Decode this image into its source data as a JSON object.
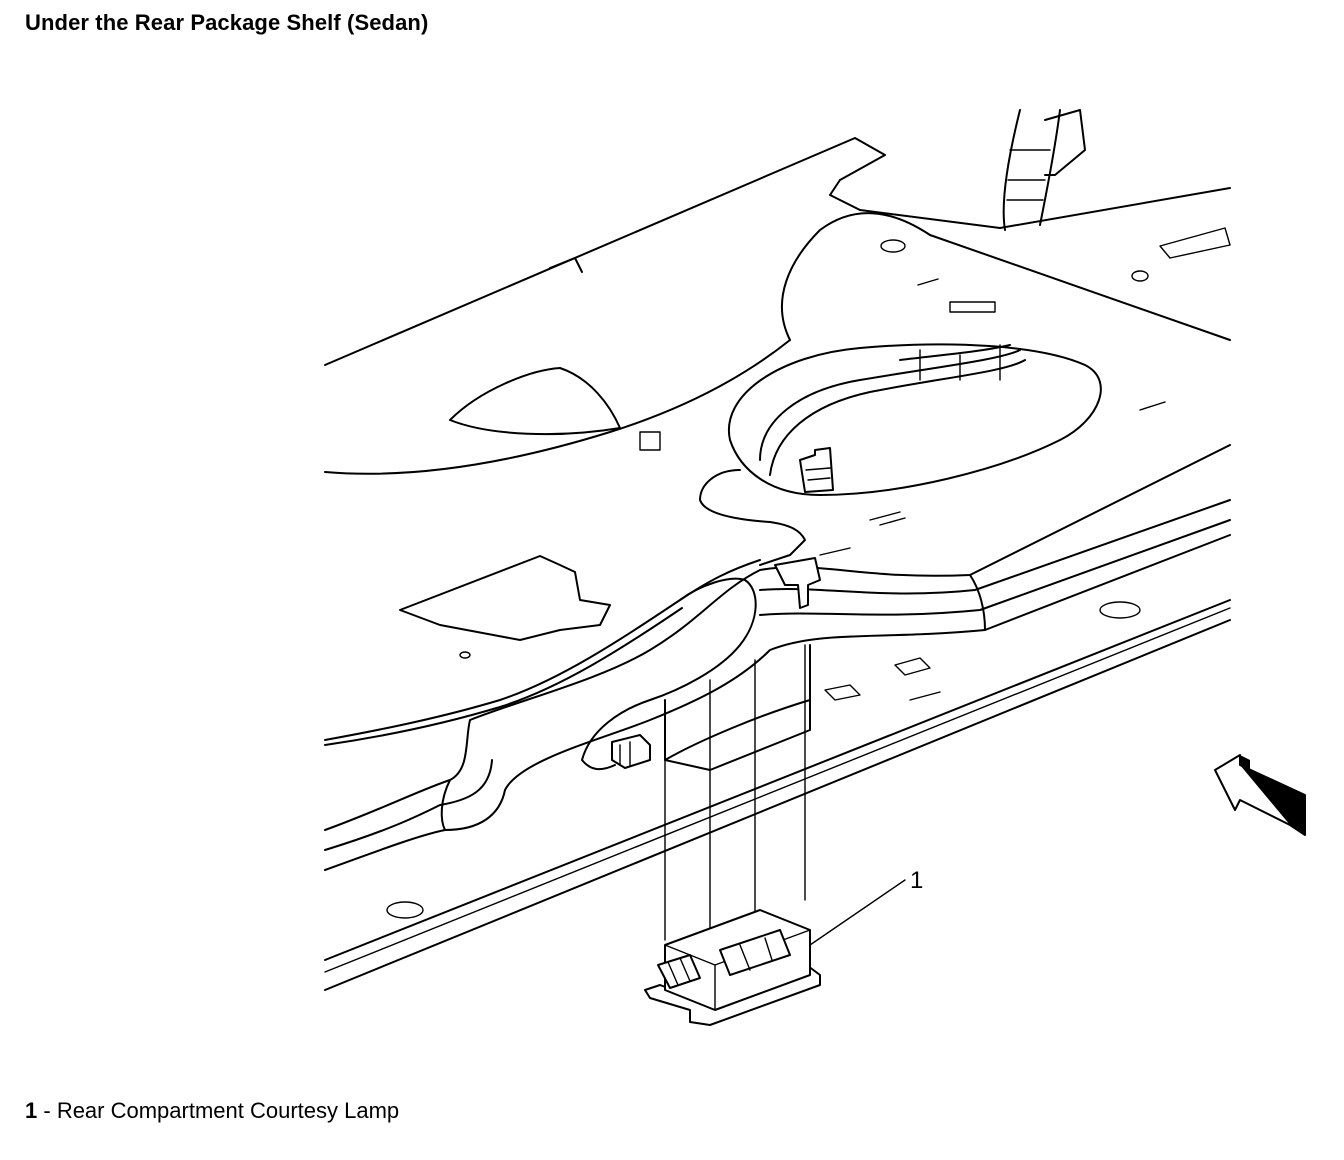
{
  "title": "Under the Rear Package Shelf (Sedan)",
  "callouts": [
    {
      "number": "1"
    }
  ],
  "legend": [
    {
      "number": "1",
      "separator": " - ",
      "label": "Rear Compartment Courtesy Lamp"
    }
  ]
}
